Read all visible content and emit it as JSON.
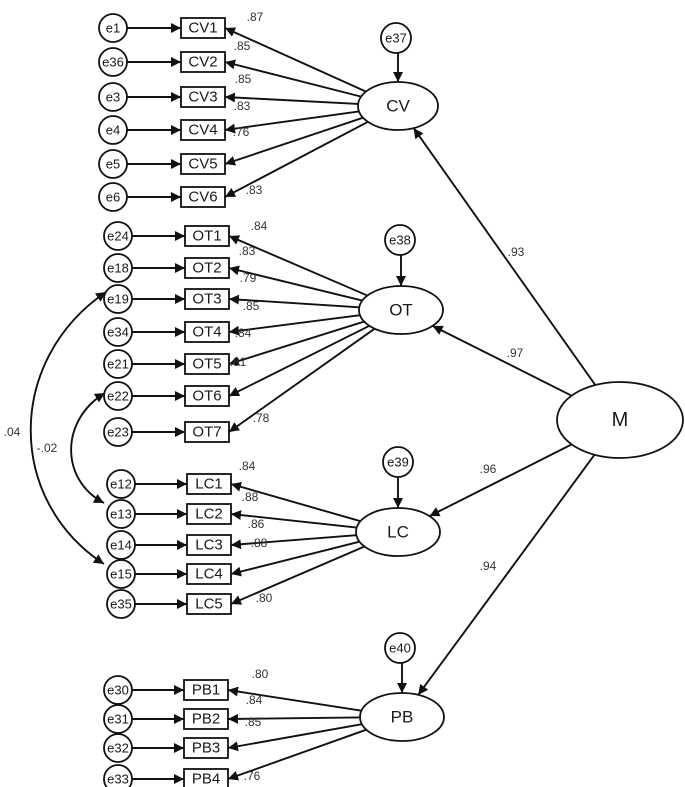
{
  "latents": [
    {
      "id": "CV",
      "label": "CV"
    },
    {
      "id": "OT",
      "label": "OT"
    },
    {
      "id": "LC",
      "label": "LC"
    },
    {
      "id": "PB",
      "label": "PB"
    },
    {
      "id": "M",
      "label": "M"
    }
  ],
  "indicators": [
    {
      "id": "CV1",
      "label": "CV1",
      "error": "e1",
      "factor": "CV",
      "loading": ".87"
    },
    {
      "id": "CV2",
      "label": "CV2",
      "error": "e36",
      "factor": "CV",
      "loading": ".85"
    },
    {
      "id": "CV3",
      "label": "CV3",
      "error": "e3",
      "factor": "CV",
      "loading": ".85"
    },
    {
      "id": "CV4",
      "label": "CV4",
      "error": "e4",
      "factor": "CV",
      "loading": ".83"
    },
    {
      "id": "CV5",
      "label": "CV5",
      "error": "e5",
      "factor": "CV",
      "loading": ".76"
    },
    {
      "id": "CV6",
      "label": "CV6",
      "error": "e6",
      "factor": "CV",
      "loading": ".83"
    },
    {
      "id": "OT1",
      "label": "OT1",
      "error": "e24",
      "factor": "OT",
      "loading": ".84"
    },
    {
      "id": "OT2",
      "label": "OT2",
      "error": "e18",
      "factor": "OT",
      "loading": ".83"
    },
    {
      "id": "OT3",
      "label": "OT3",
      "error": "e19",
      "factor": "OT",
      "loading": ".79"
    },
    {
      "id": "OT4",
      "label": "OT4",
      "error": "e34",
      "factor": "OT",
      "loading": ".85"
    },
    {
      "id": "OT5",
      "label": "OT5",
      "error": "e21",
      "factor": "OT",
      "loading": ".84"
    },
    {
      "id": "OT6",
      "label": "OT6",
      "error": "e22",
      "factor": "OT",
      "loading": ".81"
    },
    {
      "id": "OT7",
      "label": "OT7",
      "error": "e23",
      "factor": "OT",
      "loading": ".78"
    },
    {
      "id": "LC1",
      "label": "LC1",
      "error": "e12",
      "factor": "LC",
      "loading": ".84"
    },
    {
      "id": "LC2",
      "label": "LC2",
      "error": "e13",
      "factor": "LC",
      "loading": ".88"
    },
    {
      "id": "LC3",
      "label": "LC3",
      "error": "e14",
      "factor": "LC",
      "loading": ".86"
    },
    {
      "id": "LC4",
      "label": "LC4",
      "error": "e15",
      "factor": "LC",
      "loading": ".88"
    },
    {
      "id": "LC5",
      "label": "LC5",
      "error": "e35",
      "factor": "LC",
      "loading": ".80"
    },
    {
      "id": "PB1",
      "label": "PB1",
      "error": "e30",
      "factor": "PB",
      "loading": ".80"
    },
    {
      "id": "PB2",
      "label": "PB2",
      "error": "e31",
      "factor": "PB",
      "loading": ".84"
    },
    {
      "id": "PB3",
      "label": "PB3",
      "error": "e32",
      "factor": "PB",
      "loading": ".85"
    },
    {
      "id": "PB4",
      "label": "PB4",
      "error": "e33",
      "factor": "PB",
      "loading": ".76"
    }
  ],
  "disturbances": [
    {
      "label": "e37",
      "factor": "CV"
    },
    {
      "label": "e38",
      "factor": "OT"
    },
    {
      "label": "e39",
      "factor": "LC"
    },
    {
      "label": "e40",
      "factor": "PB"
    }
  ],
  "structural_paths": [
    {
      "from": "M",
      "to": "CV",
      "coef": ".93"
    },
    {
      "from": "M",
      "to": "OT",
      "coef": ".97"
    },
    {
      "from": "M",
      "to": "LC",
      "coef": ".96"
    },
    {
      "from": "M",
      "to": "PB",
      "coef": ".94"
    }
  ],
  "covariances": [
    {
      "from": "e19",
      "to": "e15",
      "coef": ".04"
    },
    {
      "from": "e22",
      "to": "e13",
      "coef": "-.02"
    }
  ],
  "colors": {
    "stroke": "#111111",
    "text": "#1a1a1a",
    "background": "#ffffff"
  }
}
